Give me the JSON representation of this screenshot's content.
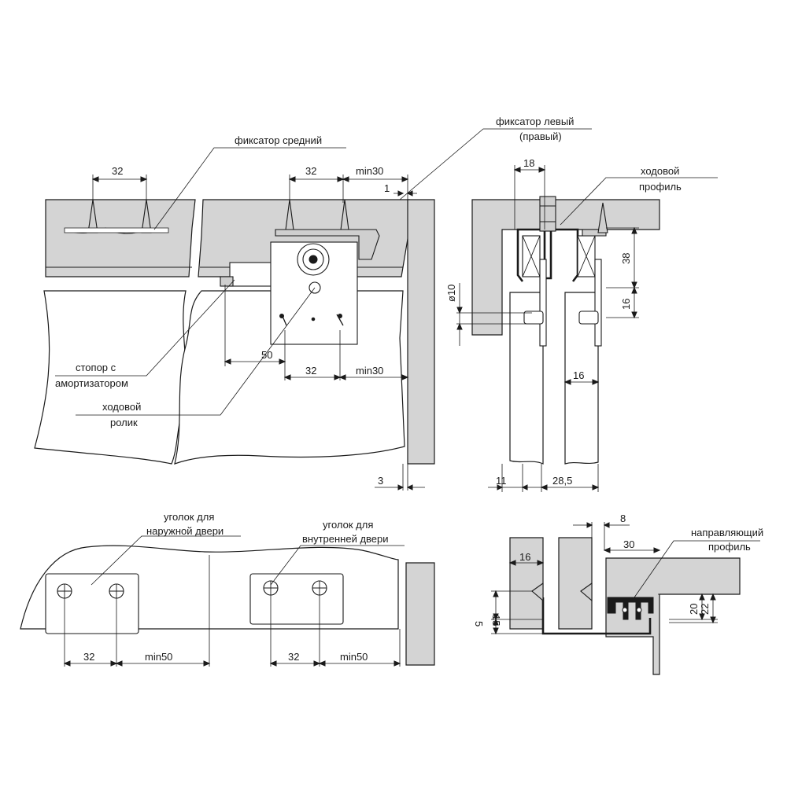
{
  "labels": {
    "fixator_middle": "фиксатор средний",
    "fixator_left": "фиксатор левый",
    "fixator_right": "(правый)",
    "running_profile_1": "ходовой",
    "running_profile_2": "профиль",
    "stopper_1": "стопор с",
    "stopper_2": "амортизатором",
    "roller_1": "ходовой",
    "roller_2": "ролик",
    "corner_outer_1": "уголок для",
    "corner_outer_2": "наружной двери",
    "corner_inner_1": "уголок для",
    "corner_inner_2": "внутренней двери",
    "guide_profile_1": "направляющий",
    "guide_profile_2": "профиль"
  },
  "dimensions": {
    "d32_a": "32",
    "d32_b": "32",
    "min30_top": "min30",
    "d1": "1",
    "d50": "50",
    "d32_c": "32",
    "min30_bottom": "min30",
    "d3": "3",
    "d18": "18",
    "d38": "38",
    "phi10": "ø10",
    "d16_right": "16",
    "d16_inner": "16",
    "d11": "11",
    "d28_5": "28,5",
    "d32_d": "32",
    "min50_a": "min50",
    "d32_e": "32",
    "min50_b": "min50",
    "d8": "8",
    "d30": "30",
    "d16_bottom": "16",
    "d20": "20",
    "d22": "22",
    "d15": "15",
    "d5": "5"
  }
}
